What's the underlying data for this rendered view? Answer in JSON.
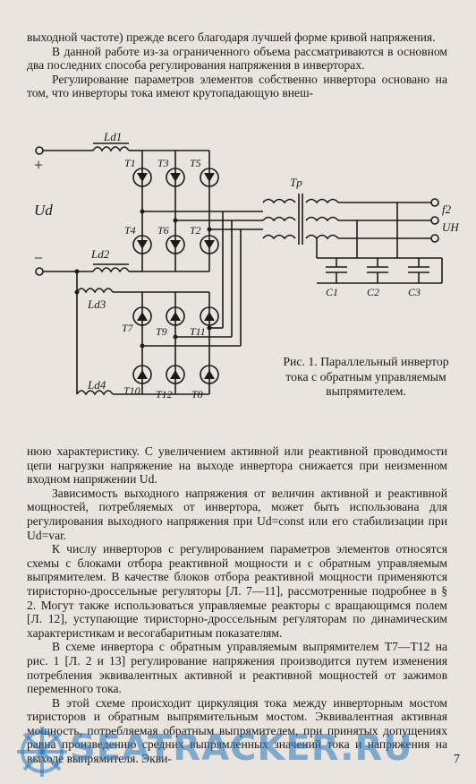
{
  "text": {
    "p1": "выходной частоте) прежде всего благодаря лучшей форме кривой напряжения.",
    "p2": "В данной работе из-за ограниченного объема рассматриваются в основном два последних способа регулирования напряжения в инверторах.",
    "p3": "Регулирование параметров элементов собственно инвертора основано на том, что инверторы тока имеют крутопадающую внеш-",
    "p4": "нюю характеристику. С увеличением активной или реактивной проводимости цепи нагрузки напряжение на выходе инвертора снижается при неизменном входном напряжении Ud.",
    "p5": "Зависимость выходного напряжения от величин активной и реактивной мощностей, потребляемых от инвертора, может быть использована для регулирования выходного напряжения при Ud=const или его стабилизации при Ud=var.",
    "p6": "К числу инверторов с регулированием параметров элементов относятся схемы с блоками отбора реактивной мощности и с обратным управляемым выпрямителем. В качестве блоков отбора реактивной мощности применяются тиристорно-дроссельные регуляторы [Л. 7—11], рассмотренные подробнее в § 2. Могут также использоваться управляемые реакторы с вращающимся полем [Л. 12], уступающие тиристорно-дроссельным регуляторам по динамическим характеристикам и весогабаритным показателям.",
    "p7": "В схеме инвертора с обратным управляемым выпрямителем T7—T12 на рис. 1 [Л. 2 и 13] регулирование напряжения производится путем изменения потребления эквивалентных активной и реактивной мощностей от зажимов переменного тока.",
    "p8": "В этой схеме происходит циркуляция тока между инверторным мостом тиристоров и обратным выпрямительным мостом. Эквивалентная активная мощность, потребляемая обратным выпрямителем, при принятых допущениях равна произведению средних выпрямленных значений тока и напряжения на выходе выпрямителя. Экви-"
  },
  "figure": {
    "caption": "Рис. 1. Параллельный инвертор тока с обратным управляемым выпрямителем.",
    "labels": {
      "plus": "+",
      "minus": "−",
      "ud": "Ud",
      "ld1": "Ld1",
      "ld2": "Ld2",
      "ld3": "Ld3",
      "ld4": "Ld4",
      "tr": "Tp",
      "t1": "T1",
      "t3": "T3",
      "t5": "T5",
      "t4": "T4",
      "t6": "T6",
      "t2": "T2",
      "t7": "T7",
      "t9": "T9",
      "t11": "T11",
      "t10": "T10",
      "t12": "T12",
      "t8": "T8",
      "c1": "C1",
      "c2": "C2",
      "c3": "C3",
      "f2": "f2",
      "uh": "UH"
    }
  },
  "watermark": "SEATRACKER.RU",
  "page_number": "7",
  "colors": {
    "paper": "#e9e5de",
    "ink": "#1a1a1a",
    "watermark": "#2878be"
  }
}
